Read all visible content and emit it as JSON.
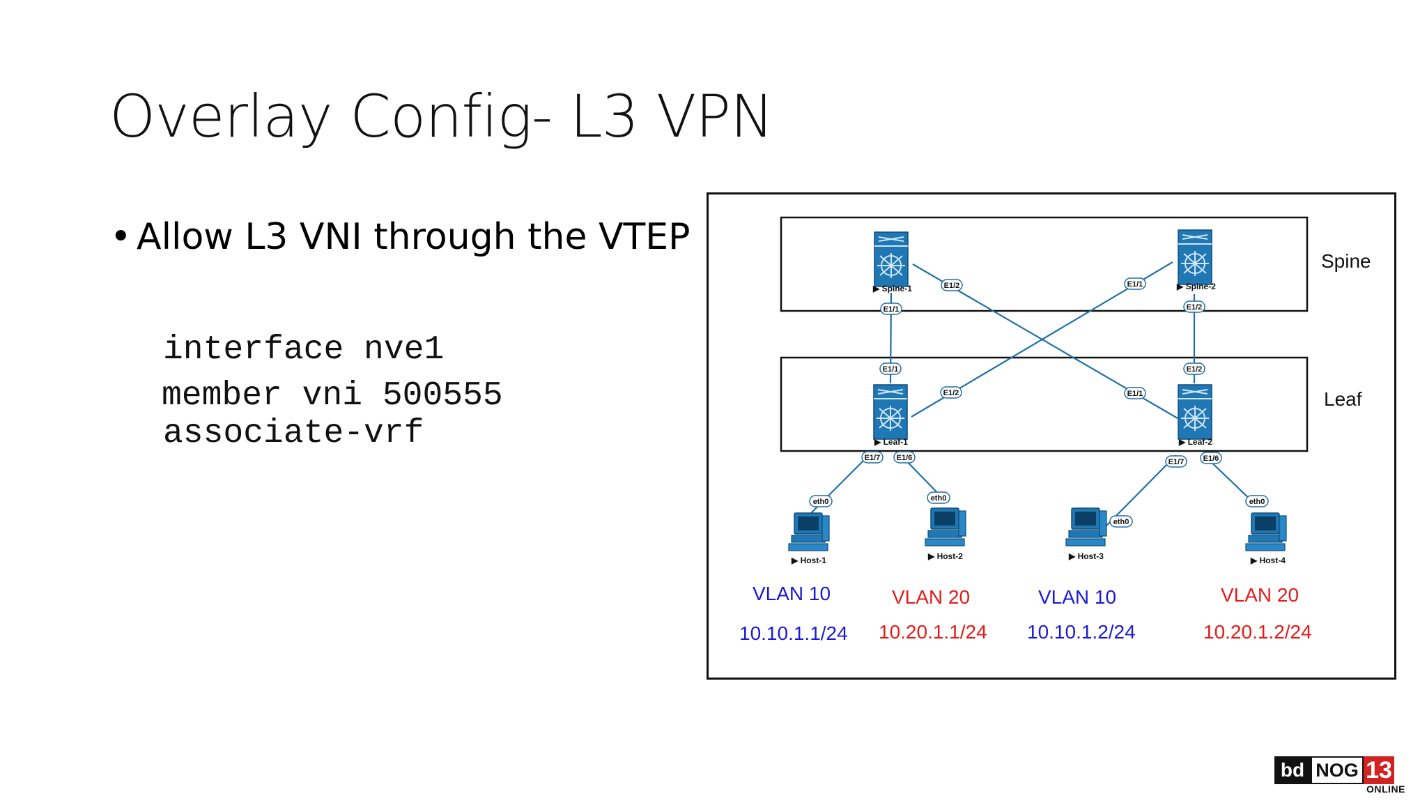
{
  "slide": {
    "title": "Overlay Config- L3 VPN",
    "bullet": "Allow L3 VNI through the VTEP",
    "code_lines": [
      "interface nve1",
      "member vni 500555",
      "associate-vrf"
    ]
  },
  "diagram": {
    "layers": {
      "spine": "Spine",
      "leaf": "Leaf"
    },
    "devices": {
      "spine1": "Spine-1",
      "spine2": "Spine-2",
      "leaf1": "Leaf-1",
      "leaf2": "Leaf-2",
      "host1": "Host-1",
      "host2": "Host-2",
      "host3": "Host-3",
      "host4": "Host-4"
    },
    "ports": {
      "spine1_e12": "E1/2",
      "spine1_e11": "E1/1",
      "spine2_e11": "E1/1",
      "spine2_e12": "E1/2",
      "leaf1_e11": "E1/1",
      "leaf1_e12": "E1/2",
      "leaf2_e11": "E1/1",
      "leaf2_e12": "E1/2",
      "leaf1_e17": "E1/7",
      "leaf1_e16": "E1/6",
      "leaf2_e17": "E1/7",
      "leaf2_e16": "E1/6",
      "host1_eth": "eth0",
      "host2_eth": "eth0",
      "host3_eth": "eth0",
      "host4_eth": "eth0"
    },
    "hosts_info": [
      {
        "vlan": "VLAN 10",
        "ip": "10.10.1.1/24",
        "color": "#1a1ad6"
      },
      {
        "vlan": "VLAN 20",
        "ip": "10.20.1.1/24",
        "color": "#e31b1b"
      },
      {
        "vlan": "VLAN 10",
        "ip": "10.10.1.2/24",
        "color": "#1a1ad6"
      },
      {
        "vlan": "VLAN 20",
        "ip": "10.20.1.2/24",
        "color": "#e31b1b"
      }
    ],
    "colors": {
      "link": "#1f6ea8",
      "device": "#1f77b4"
    }
  },
  "logo": {
    "bd": "bd",
    "nog": "NOG",
    "num": "13",
    "sub": "ONLINE"
  }
}
